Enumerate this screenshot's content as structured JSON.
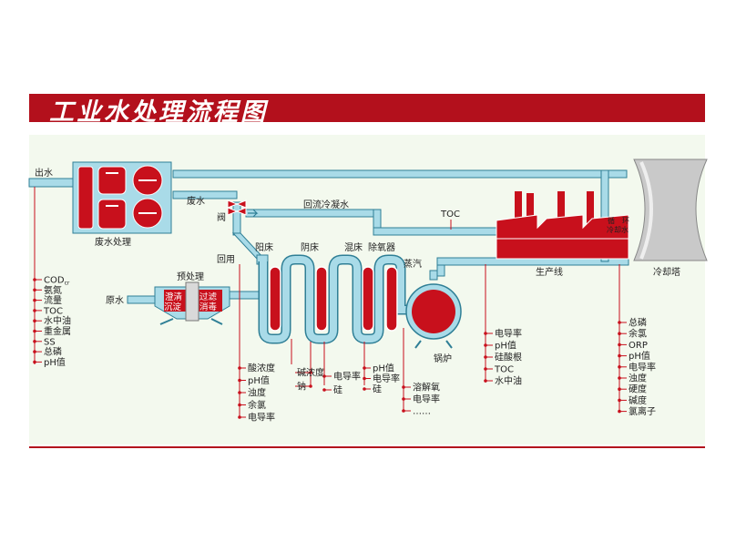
{
  "title": "工业水处理流程图",
  "colors": {
    "red": "#b3101c",
    "pipe": "#a9dbe8",
    "pipe_edge": "#2f7f96",
    "bg": "#f3f9ee"
  },
  "labels": {
    "outlet_water": "出水",
    "waste_treatment": "废水处理",
    "waste_water": "废水",
    "valve": "阀",
    "reuse": "回用",
    "return_condensate": "回流冷凝水",
    "toc": "TOC",
    "cation_bed": "阳床",
    "anion_bed": "阴床",
    "mixed_bed": "混床",
    "deaerator": "除氧器",
    "steam": "蒸汽",
    "production_line": "生产线",
    "circulating_cooling_water": "循环冷却水",
    "circ_1": "循",
    "circ_2": "环",
    "circ_3": "冷却水",
    "cooling_tower": "冷却塔",
    "pretreatment": "预处理",
    "raw_water": "原水",
    "clarify": "澄清",
    "filter": "过滤",
    "sediment": "沉淀",
    "disinfect": "消毒",
    "boiler": "锅炉"
  },
  "param_groups": {
    "outlet": [
      "COD",
      "氨氮",
      "流量",
      "TOC",
      "水中油",
      "重金属",
      "SS",
      "总磷",
      "pH值"
    ],
    "outlet_cod_sub": "cr",
    "cation": [
      "酸浓度",
      "pH值",
      "浊度",
      "余氯",
      "电导率"
    ],
    "anion": [
      "碱浓度",
      "钠"
    ],
    "mixed": [
      "电导率",
      "硅"
    ],
    "deaerator": [
      "pH值",
      "电导率",
      "硅"
    ],
    "boiler": [
      "溶解氧",
      "电导率",
      "……"
    ],
    "production": [
      "电导率",
      "pH值",
      "硅酸根",
      "TOC",
      "水中油"
    ],
    "tower": [
      "总磷",
      "余氯",
      "ORP",
      "pH值",
      "电导率",
      "浊度",
      "硬度",
      "碱度",
      "氯离子"
    ]
  }
}
